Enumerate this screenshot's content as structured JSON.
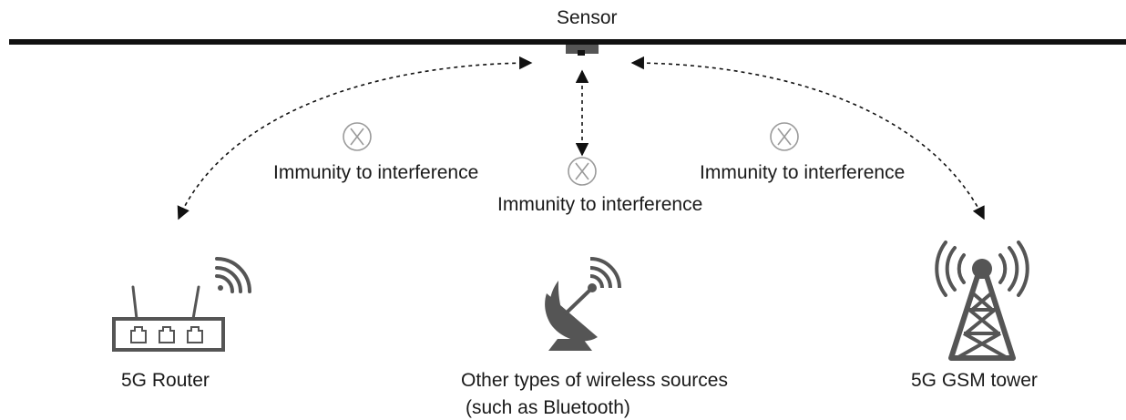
{
  "sensor": {
    "label": "Sensor"
  },
  "links": {
    "left_label": "Immunity to interference",
    "center_label": "Immunity to interference",
    "right_label": "Immunity to interference"
  },
  "sources": {
    "router": {
      "label": "5G Router",
      "icon": "router-icon"
    },
    "wireless": {
      "label_line1": "Other types of wireless sources",
      "label_line2": "(such as Bluetooth)",
      "icon": "satellite-dish-icon"
    },
    "tower": {
      "label": "5G GSM tower",
      "icon": "cell-tower-icon"
    }
  },
  "colors": {
    "line": "#111111",
    "icon": "#555555",
    "blocked_symbol": "#9a9a9a"
  }
}
